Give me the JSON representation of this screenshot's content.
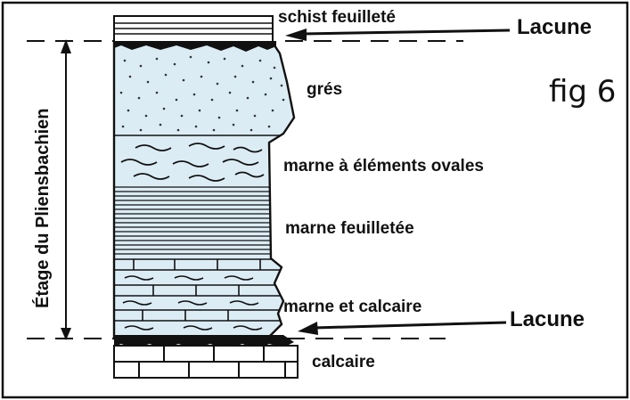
{
  "figure_label": "fig 6",
  "vertical_label": "Étage du Pliensbachien",
  "layers": [
    {
      "id": "schist",
      "label": "schist feuilleté"
    },
    {
      "id": "gres",
      "label": "grés"
    },
    {
      "id": "marne-ovales",
      "label": "marne à éléments ovales"
    },
    {
      "id": "marne-feuilletee",
      "label": "marne feuilletée"
    },
    {
      "id": "marne-calcaire",
      "label": "marne et calcaire"
    },
    {
      "id": "calcaire",
      "label": "calcaire"
    }
  ],
  "unconformities": [
    {
      "label": "Lacune"
    },
    {
      "label": "Lacune"
    }
  ],
  "colors": {
    "background": "#ffffff",
    "stroke": "#111111",
    "layer_fill": "#dcecf4"
  }
}
